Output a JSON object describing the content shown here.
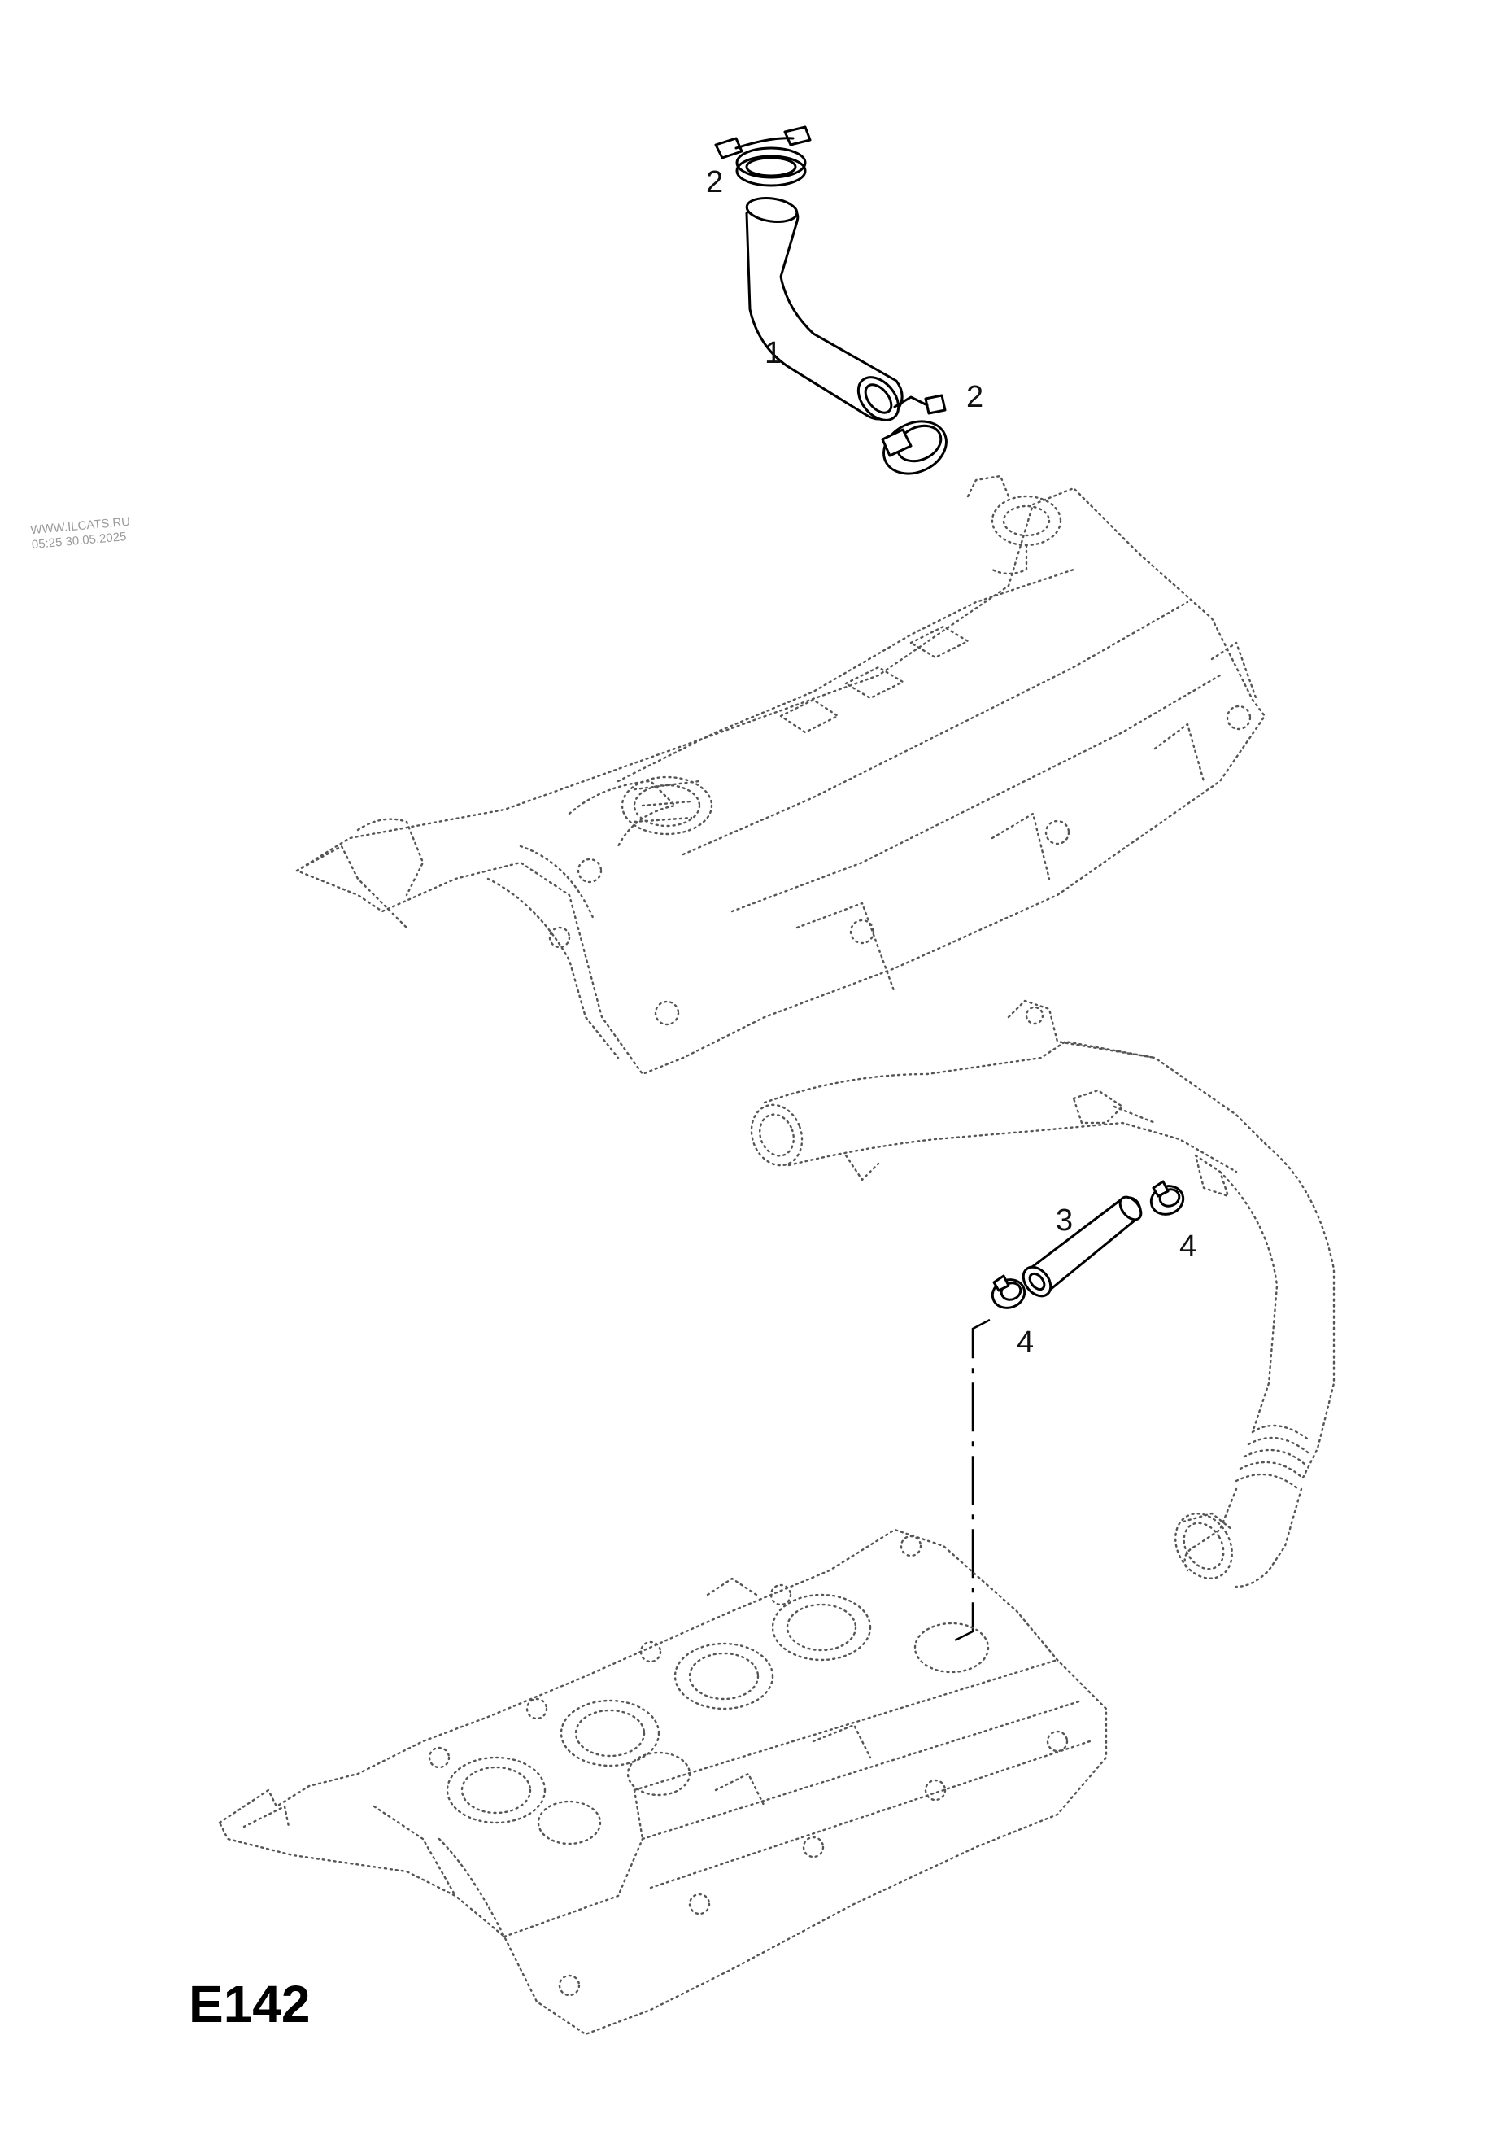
{
  "diagram_code": "E142",
  "watermark": {
    "site": "WWW.ILCATS.RU",
    "timestamp": "05:25 30.05.2025"
  },
  "callouts": [
    {
      "id": "clamp-top",
      "text": "2"
    },
    {
      "id": "hose-main",
      "text": "1"
    },
    {
      "id": "clamp-lower",
      "text": "2"
    },
    {
      "id": "hose-small",
      "text": "3"
    },
    {
      "id": "clamp-small-right",
      "text": "4"
    },
    {
      "id": "clamp-small-left",
      "text": "4"
    }
  ]
}
